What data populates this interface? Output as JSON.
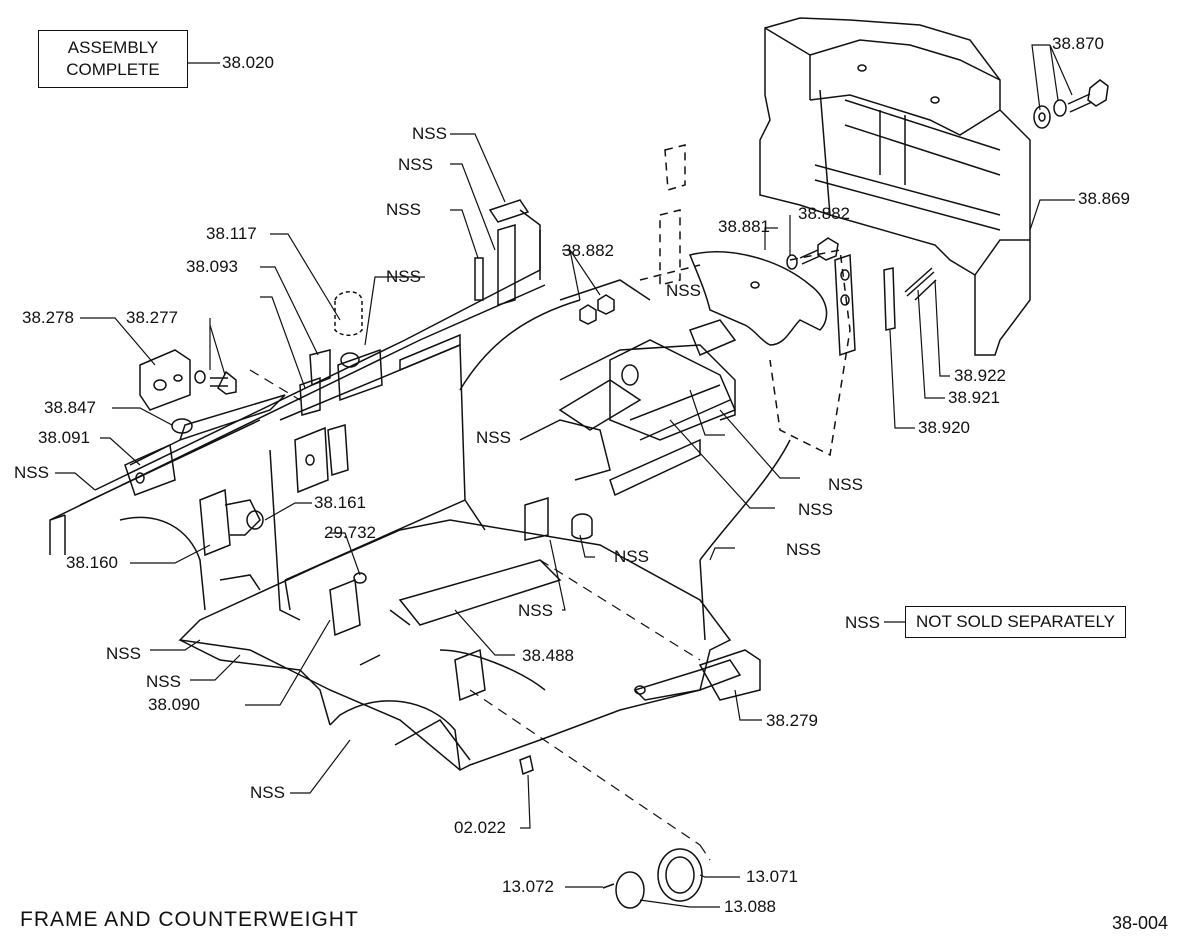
{
  "title": "FRAME AND COUNTERWEIGHT",
  "figure_number": "38-004",
  "assembly_box": {
    "line1": "ASSEMBLY",
    "line2": "COMPLETE",
    "part": "38.020"
  },
  "legend": {
    "code": "NSS",
    "meaning": "NOT SOLD SEPARATELY"
  },
  "callouts": [
    "38.870",
    "38.869",
    "38.881",
    "38.882",
    "38.882",
    "NSS",
    "NSS",
    "NSS",
    "NSS",
    "38.117",
    "38.093",
    "NSS",
    "38.278",
    "38.277",
    "38.847",
    "38.091",
    "NSS",
    "38.161",
    "38.160",
    "29.732",
    "NSS",
    "NSS",
    "NSS",
    "NSS",
    "NSS",
    "NSS",
    "NSS",
    "NSS",
    "38.090",
    "38.488",
    "38.279",
    "NSS",
    "02.022",
    "13.072",
    "13.071",
    "13.088",
    "38.922",
    "38.921",
    "38.920"
  ]
}
